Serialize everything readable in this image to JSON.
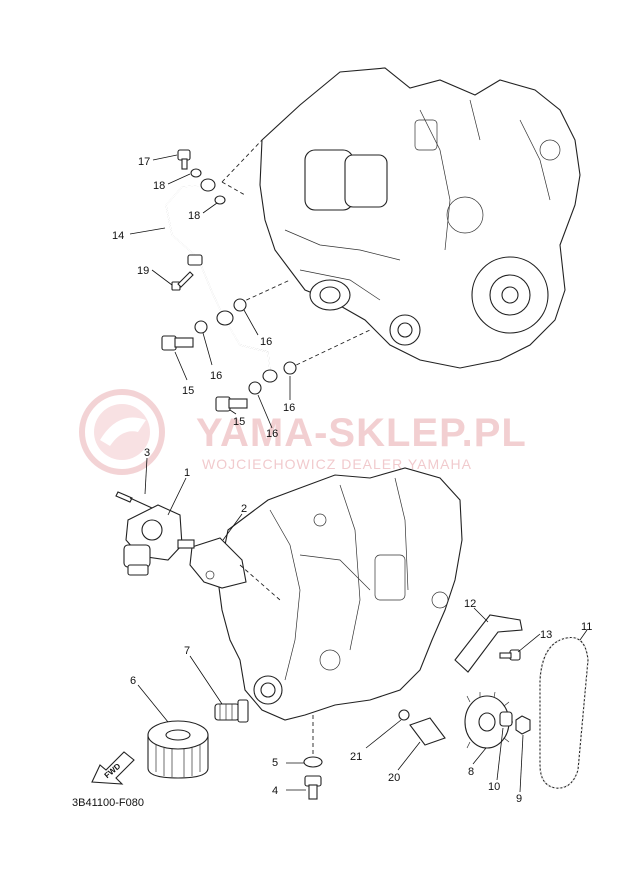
{
  "watermark": {
    "brand": "YAMA-SKLEP.PL",
    "subtitle": "WOJCIECHOWICZ DEALER YAMAHA"
  },
  "diagram_code": "3B41100-F080",
  "direction_arrow_label": "FWD",
  "callouts": {
    "p1": "1",
    "p2": "2",
    "p3": "3",
    "p4": "4",
    "p5": "5",
    "p6": "6",
    "p7": "7",
    "p8": "8",
    "p9": "9",
    "p10": "10",
    "p11": "11",
    "p12": "12",
    "p13": "13",
    "p14": "14",
    "p15a": "15",
    "p15b": "15",
    "p16a": "16",
    "p16b": "16",
    "p16c": "16",
    "p16d": "16",
    "p17": "17",
    "p18a": "18",
    "p18b": "18",
    "p19": "19",
    "p20": "20",
    "p21": "21"
  },
  "icons": [
    "crankcase-top-icon",
    "crankcase-bottom-icon",
    "oil-filter-icon",
    "oil-pump-icon",
    "timing-chain-icon",
    "watermark-logo-icon"
  ]
}
